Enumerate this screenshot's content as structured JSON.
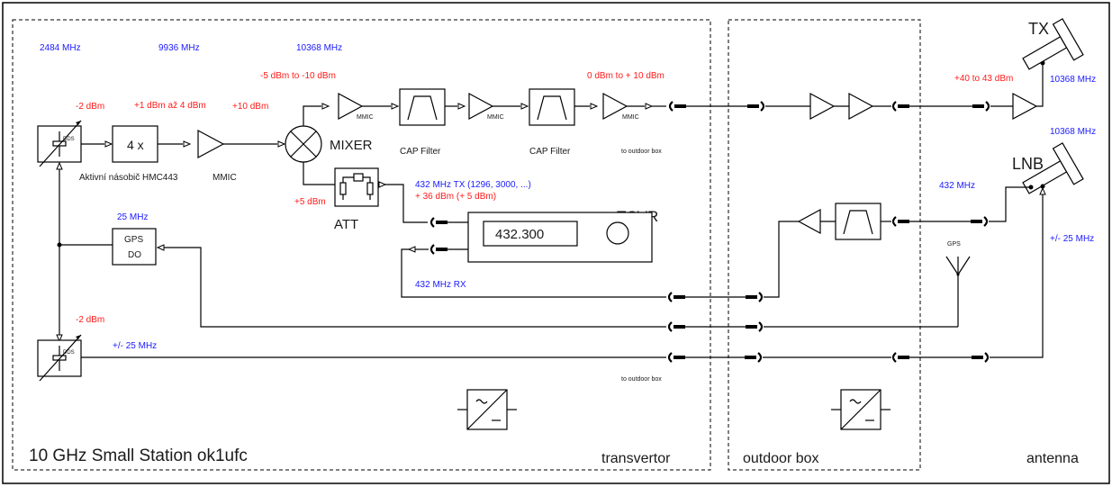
{
  "title": "10 GHz Small Station ok1ufc",
  "sections": {
    "transvertor": "transvertor",
    "outdoor_box": "outdoor box",
    "antenna": "antenna"
  },
  "colors": {
    "frequency_label": "#1a1aff",
    "power_label": "#ff1a1a",
    "line": "#000000",
    "background": "#ffffff"
  },
  "frequencies": {
    "dds_out": "2484 MHz",
    "mult_out": "9936 MHz",
    "mixer_out": "10368 MHz",
    "tx_ant": "10368 MHz",
    "lnb_ant": "10368 MHz",
    "lnb_if": "432 MHz",
    "lnb_ref": "+/- 25 MHz",
    "gpsdo": "25 MHz",
    "dds2_out": "+/- 25 MHz",
    "tcvr_tx": "432 MHz TX (1296, 3000, ...)",
    "tcvr_rx": "432 MHz RX"
  },
  "power_levels": {
    "dds": "-2 dBm",
    "mult": "+1 dBm až 4 dBm",
    "mmic": "+10 dBm",
    "mixer_out": "-5 dBm to -10 dBm",
    "tx_chain_out": "0 dBm to + 10 dBm",
    "pa_out": "+40 to 43 dBm",
    "att_in": "+5 dBm",
    "tcvr_tx": "+ 36 dBm (+ 5 dBm)",
    "dds2": "-2 dBm"
  },
  "blocks": {
    "dds_label": "DDS",
    "multiplier": "4 x",
    "multiplier_caption": "Aktivní násobič HMC443",
    "mmic_caption": "MMIC",
    "mmic_small": "MMIC",
    "mixer": "MIXER",
    "cap_filter": "CAP Filter",
    "att": "ATT",
    "tcvr": "TCVR",
    "tcvr_display": "432.300",
    "gpsdo_line1": "GPS",
    "gpsdo_line2": "DO",
    "gps_antenna": "GPS",
    "to_outdoor_1": "to outdoor box",
    "to_outdoor_2": "to outdoor box",
    "tx_antenna": "TX",
    "lnb_antenna": "LNB"
  }
}
